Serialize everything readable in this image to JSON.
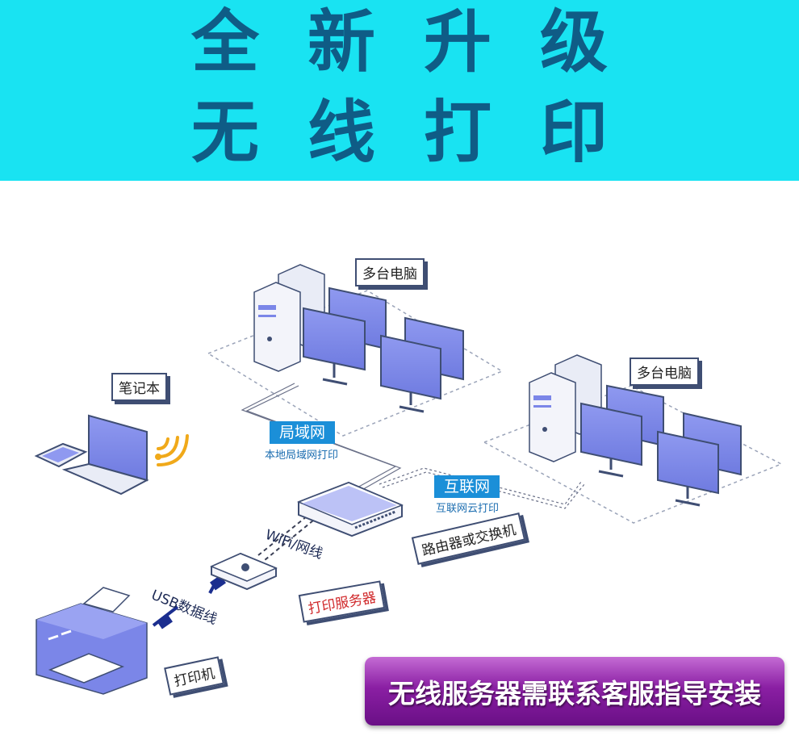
{
  "banner": {
    "line1": "全新升级",
    "line2": "无线打印",
    "background": "#19e3f2",
    "text_color": "#0f5c86"
  },
  "diagram": {
    "computers_group_1_label": "多台电脑",
    "computers_group_2_label": "多台电脑",
    "laptop_label": "笔记本",
    "lan_tag": "局域网",
    "lan_subtitle": "本地局域网打印",
    "internet_tag": "互联网",
    "internet_subtitle": "互联网云打印",
    "router_label": "路由器或交换机",
    "wifi_cable_label": "WiFi/网线",
    "usb_cable_label": "USB数据线",
    "print_server_label": "打印服务器",
    "printer_label": "打印机",
    "accent_blue": "#1b8fd8",
    "device_fill": "#7b86e8"
  },
  "notice": {
    "text": "无线服务器需联系客服指导安装"
  }
}
